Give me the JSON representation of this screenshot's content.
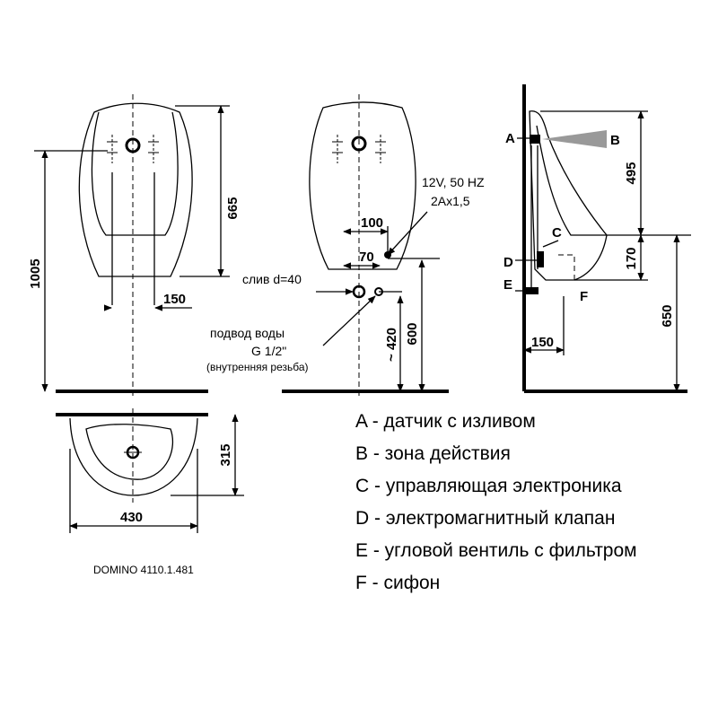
{
  "front_view": {
    "dims": {
      "width_150": "150",
      "height_665": "665",
      "height_1005": "1005"
    }
  },
  "install_view": {
    "power": "12V, 50 HZ",
    "current": "2Ax1,5",
    "dims": {
      "d100": "100",
      "d70": "70",
      "d420": "~ 420",
      "d600": "600"
    },
    "drain": "слив d=40",
    "water_supply": "подвод воды",
    "thread": "G 1/2\"",
    "thread_note": "(внутренняя резьба)"
  },
  "side_view": {
    "labels": {
      "A": "A",
      "B": "B",
      "C": "C",
      "D": "D",
      "E": "E",
      "F": "F"
    },
    "dims": {
      "d495": "495",
      "d170": "170",
      "d650": "650",
      "d150": "150"
    }
  },
  "top_view": {
    "dims": {
      "depth_315": "315",
      "width_430": "430"
    }
  },
  "legend": [
    {
      "key": "A",
      "text": "- датчик с изливом"
    },
    {
      "key": "B",
      "text": "- зона действия"
    },
    {
      "key": "C",
      "text": "- управляющая электроника"
    },
    {
      "key": "D",
      "text": "- электромагнитный клапан"
    },
    {
      "key": "E",
      "text": "- угловой вентиль с фильтром"
    },
    {
      "key": "F",
      "text": "- сифон"
    }
  ],
  "model": "DOMINO 4110.1.481"
}
